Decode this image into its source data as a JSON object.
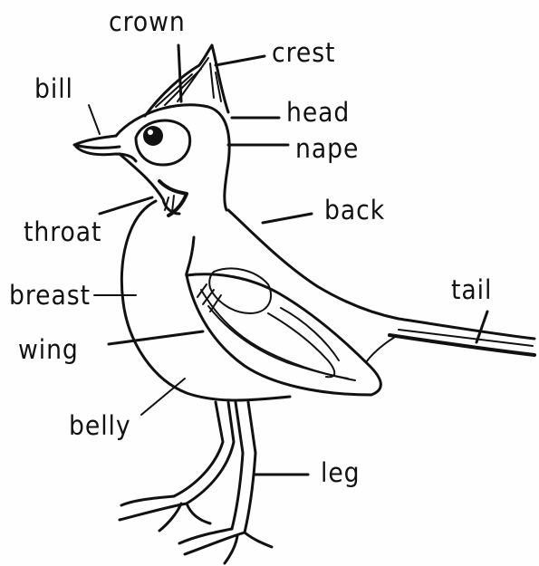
{
  "labels": {
    "crown": "crown",
    "crest": "crest",
    "bill": "bill",
    "head": "head",
    "nape": "nape",
    "back": "back",
    "throat": "throat",
    "breast": "breast",
    "tail": "tail",
    "wing": "wing",
    "belly": "belly",
    "leg": "leg"
  },
  "colors": {
    "ink": "#111111",
    "paper": "#fefefe"
  }
}
